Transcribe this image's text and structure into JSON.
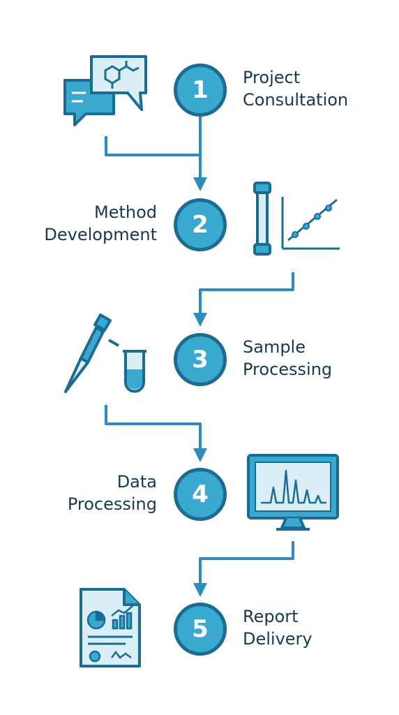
{
  "colors": {
    "accent": "#3aa9d0",
    "dark": "#1a6c92",
    "line": "#2b8cc0",
    "text": "#17394f",
    "fill_light": "#d9eef7"
  },
  "steps": [
    {
      "number": "1",
      "line1": "Project",
      "line2": "Consultation",
      "icon": "chat-bubbles-molecule-icon"
    },
    {
      "number": "2",
      "line1": "Method",
      "line2": "Development",
      "icon": "column-and-calibration-chart-icon"
    },
    {
      "number": "3",
      "line1": "Sample",
      "line2": "Processing",
      "icon": "pipette-and-tube-icon"
    },
    {
      "number": "4",
      "line1": "Data",
      "line2": "Processing",
      "icon": "monitor-chromatogram-icon"
    },
    {
      "number": "5",
      "line1": "Report",
      "line2": "Delivery",
      "icon": "report-document-icon"
    }
  ]
}
